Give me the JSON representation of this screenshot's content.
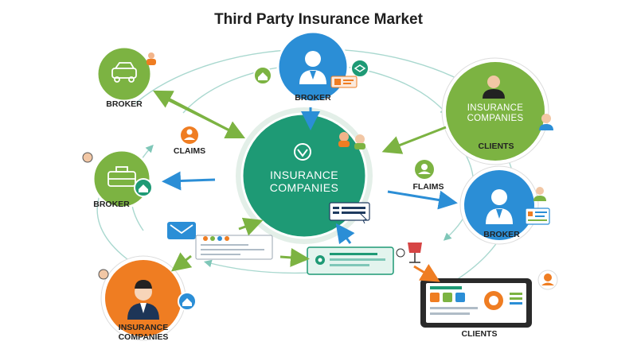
{
  "title": "Third Party Insurance Market",
  "center": {
    "label_line1": "INSURANCE",
    "label_line2": "COMPANIES"
  },
  "nodes": {
    "broker_top_left": {
      "label": "BROKER"
    },
    "broker_top": {
      "label": "BROKER"
    },
    "insurance_companies_top_right": {
      "label_line1": "INSURANCE",
      "label_line2": "COMPANIES"
    },
    "clients_right": {
      "label": "CLIENTS"
    },
    "claims": {
      "label": "CLAIMS"
    },
    "broker_left": {
      "label": "BROKER"
    },
    "flaims": {
      "label": "FLAIMS"
    },
    "broker_right": {
      "label": "BROKER"
    },
    "insurance_companies_bottom_left": {
      "label_line1": "INSURANCE",
      "label_line2": "COMPANIES"
    },
    "clients_bottom": {
      "label": "CLIENTS"
    }
  },
  "colors": {
    "green": "#7cb342",
    "teal": "#1e9a75",
    "blue": "#2b8ed6",
    "orange": "#ef7d22",
    "arrow_green": "#7cb342",
    "arrow_blue": "#2b8ed6",
    "ring": "#a9d8cf"
  },
  "icons": [
    "car-icon",
    "person-icon",
    "home-icon",
    "document-icon",
    "shield-icon",
    "handshake-icon",
    "tablet-icon",
    "mail-icon",
    "clipboard-icon",
    "chart-icon",
    "hand-icon"
  ]
}
